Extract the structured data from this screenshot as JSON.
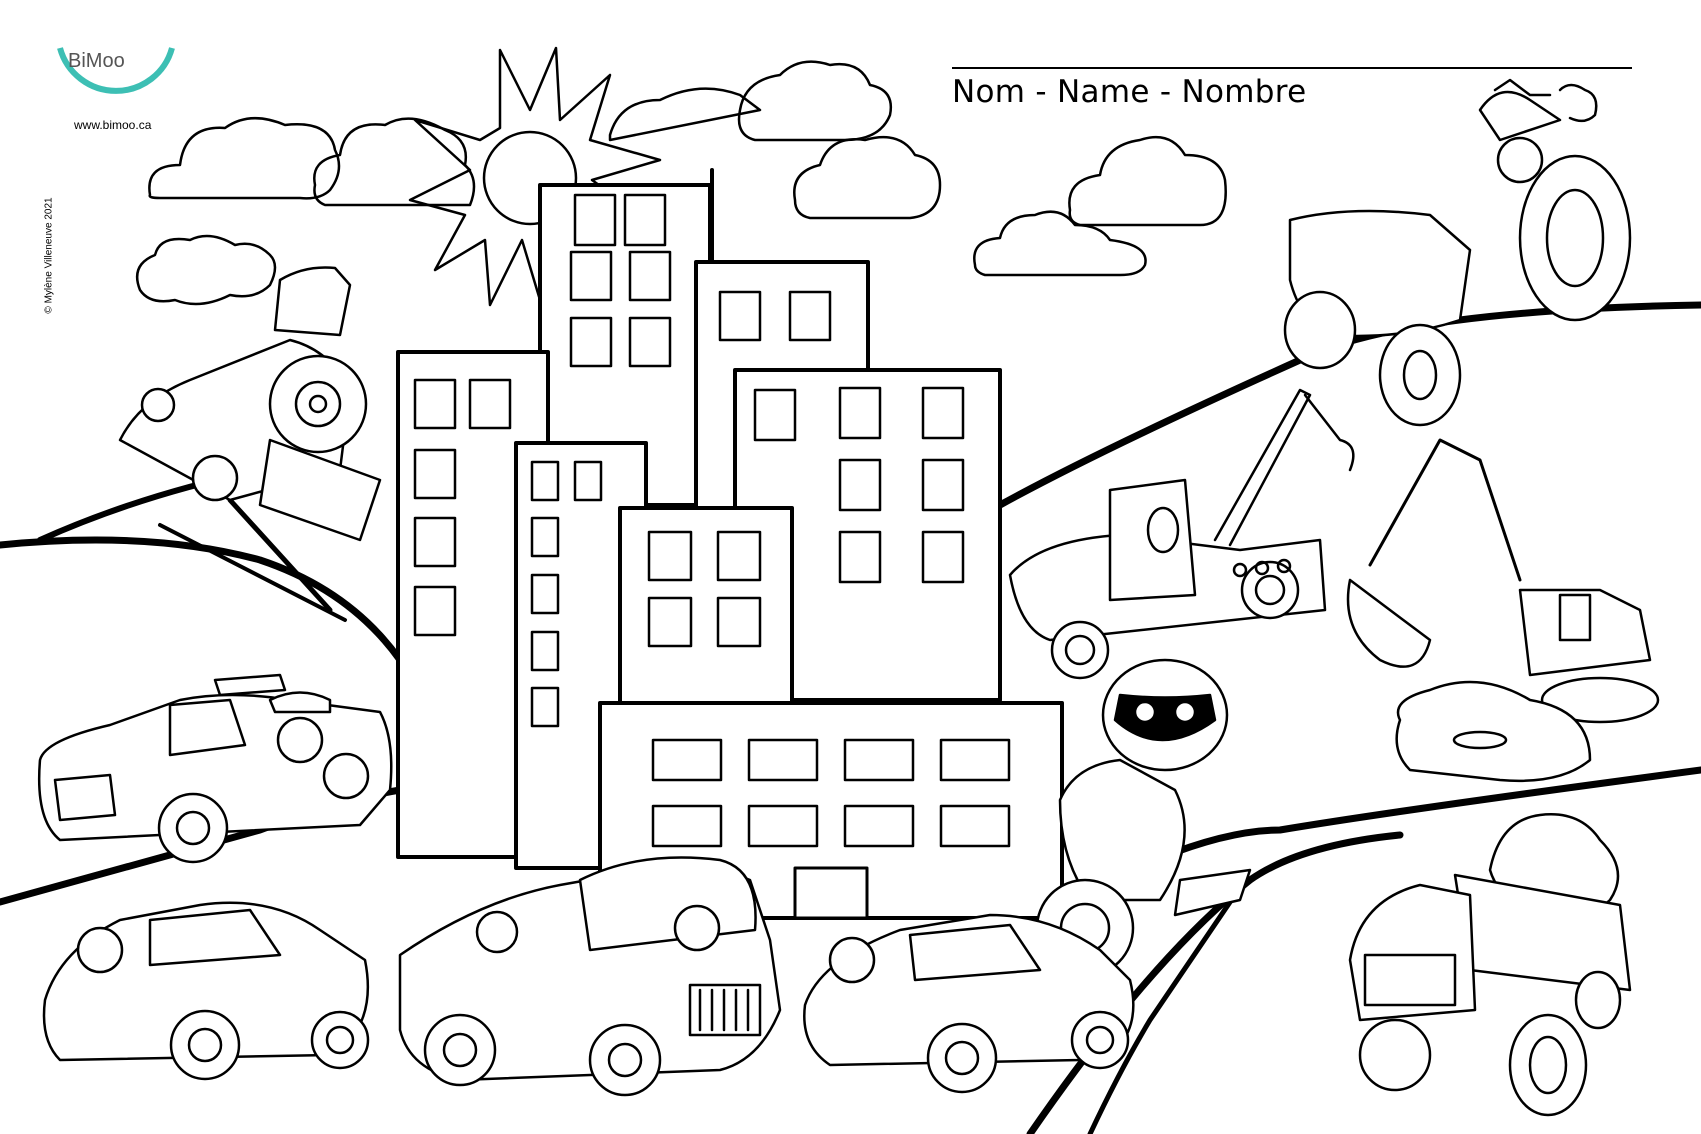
{
  "header": {
    "logo_text": "BiMoo",
    "logo_url": "www.bimoo.ca",
    "copyright": "© Mylène Villeneuve 2021",
    "name_field_label": "Nom - Name - Nombre"
  },
  "colors": {
    "logo_teal": "#3dbfb4",
    "logo_text": "#555555",
    "line_art": "#000000",
    "background": "#ffffff"
  },
  "scene": {
    "title": "City vehicles coloring page",
    "elements": [
      "sun",
      "clouds",
      "city-buildings",
      "steam-train",
      "tractor",
      "tow-truck",
      "excavator",
      "police-car",
      "motorcycle-rider",
      "school-bus",
      "car-left",
      "car-middle",
      "dump-truck",
      "roads",
      "hills"
    ]
  }
}
